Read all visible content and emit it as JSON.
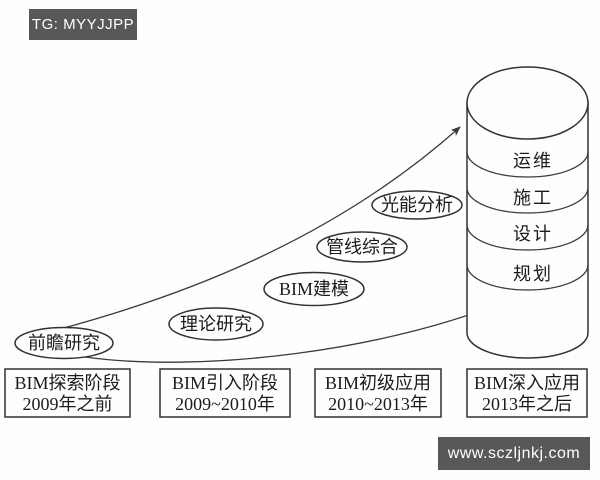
{
  "watermarks": {
    "top": "TG: MYYJJPP",
    "bottom": "www.sczljnkj.com"
  },
  "colors": {
    "badge_bg": "#58585a",
    "line": "#323232",
    "text": "#1b1b1b",
    "background": "#fefefe"
  },
  "bubbles": [
    {
      "label": "前瞻研究"
    },
    {
      "label": "理论研究"
    },
    {
      "label": "BIM建模"
    },
    {
      "label": "管线综合"
    },
    {
      "label": "光能分析"
    }
  ],
  "cylinder": {
    "layers": [
      "运维",
      "施工",
      "设计",
      "规划"
    ]
  },
  "stages": [
    {
      "title": "BIM探索阶段",
      "period": "2009年之前"
    },
    {
      "title": "BIM引入阶段",
      "period": "2009~2010年"
    },
    {
      "title": "BIM初级应用",
      "period": "2010~2013年"
    },
    {
      "title": "BIM深入应用",
      "period": "2013年之后"
    }
  ]
}
